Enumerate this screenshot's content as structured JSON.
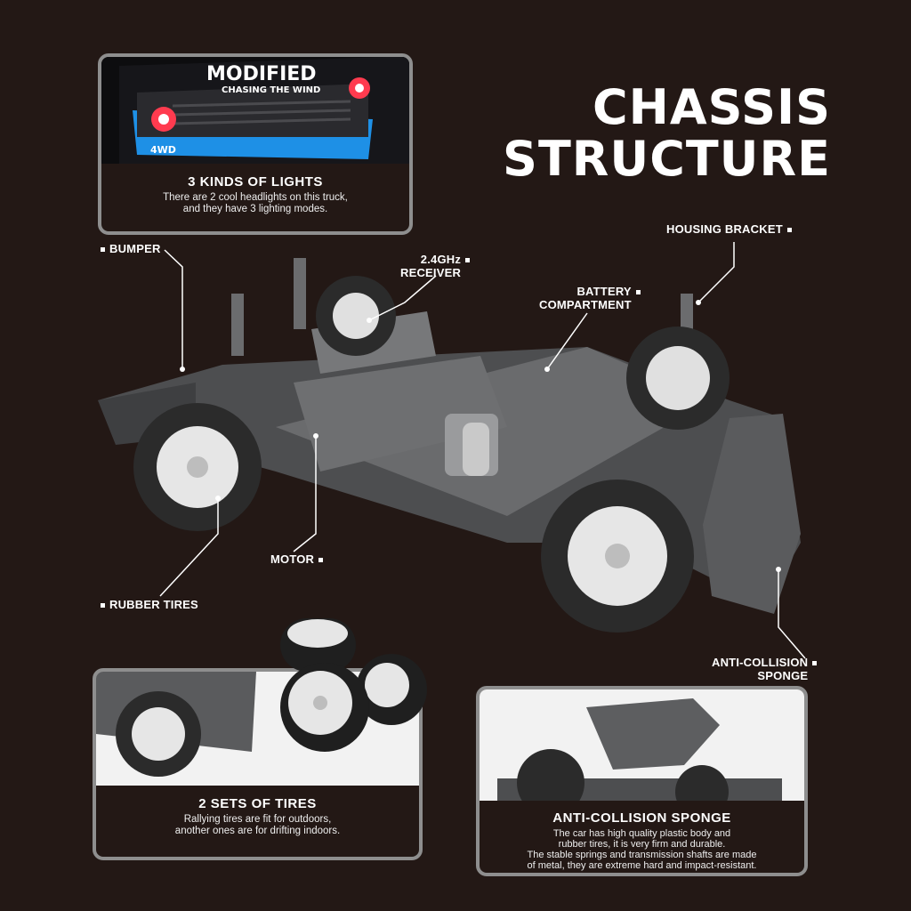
{
  "title": {
    "line1": "CHASSIS",
    "line2": "STRUCTURE"
  },
  "cards": {
    "lights": {
      "heading": "3 KINDS OF LIGHTS",
      "desc_1": "There are 2 cool headlights on this truck,",
      "desc_2": "and they have 3 lighting modes.",
      "decal_1": "MODIFIED",
      "decal_2": "CHASING THE WIND",
      "decal_3": "4WD"
    },
    "tires": {
      "heading": "2 SETS OF TIRES",
      "desc_1": "Rallying tires are fit for outdoors,",
      "desc_2": "another ones are for drifting indoors."
    },
    "sponge": {
      "heading": "ANTI-COLLISION SPONGE",
      "desc_1": "The car has high quality plastic body and",
      "desc_2": "rubber tires, it is very firm and durable.",
      "desc_3": "The stable springs and transmission shafts are made",
      "desc_4": "of metal, they are extreme hard and impact-resistant."
    }
  },
  "labels": {
    "bumper": "BUMPER",
    "receiver_1": "2.4GHz",
    "receiver_2": "RECEIVER",
    "battery_1": "BATTERY",
    "battery_2": "COMPARTMENT",
    "housing": "HOUSING BRACKET",
    "motor": "MOTOR",
    "rubber": "RUBBER TIRES",
    "anti_1": "ANTI-COLLISION",
    "anti_2": "SPONGE"
  },
  "colors": {
    "background": "#231815",
    "card_border": "#8e8e8e",
    "chassis": "#5d5e60",
    "tire": "#2b2b2b",
    "rim": "#e6e6e6",
    "headlight": "#ff3b4f",
    "truck_accent": "#1e90e6"
  }
}
